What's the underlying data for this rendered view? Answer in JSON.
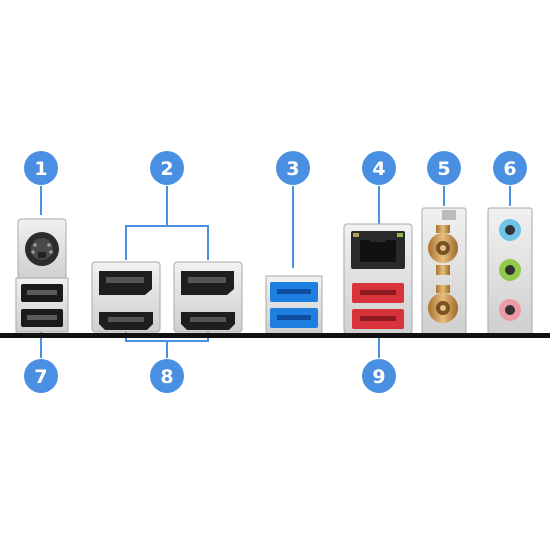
{
  "callouts": [
    {
      "label": "1",
      "port": "ps2-port"
    },
    {
      "label": "2",
      "port": "displayport-ports"
    },
    {
      "label": "3",
      "port": "usb-3-blue-ports"
    },
    {
      "label": "4",
      "port": "lan-port"
    },
    {
      "label": "5",
      "port": "wifi-antenna-connectors"
    },
    {
      "label": "6",
      "port": "audio-jacks"
    },
    {
      "label": "7",
      "port": "usb-2-black-ports"
    },
    {
      "label": "8",
      "port": "hdmi-ports"
    },
    {
      "label": "9",
      "port": "usb-red-ports"
    }
  ],
  "colors": {
    "accent": "#4a90e2",
    "baseline": "#111111",
    "usb3_blue": "#1f7fe0",
    "usb_red": "#d8323a",
    "usb2_black": "#1a1a1a",
    "audio_blue": "#6fc3e8",
    "audio_green": "#93c94a",
    "audio_pink": "#eb9aa6",
    "antenna_gold": "#c9954a"
  }
}
